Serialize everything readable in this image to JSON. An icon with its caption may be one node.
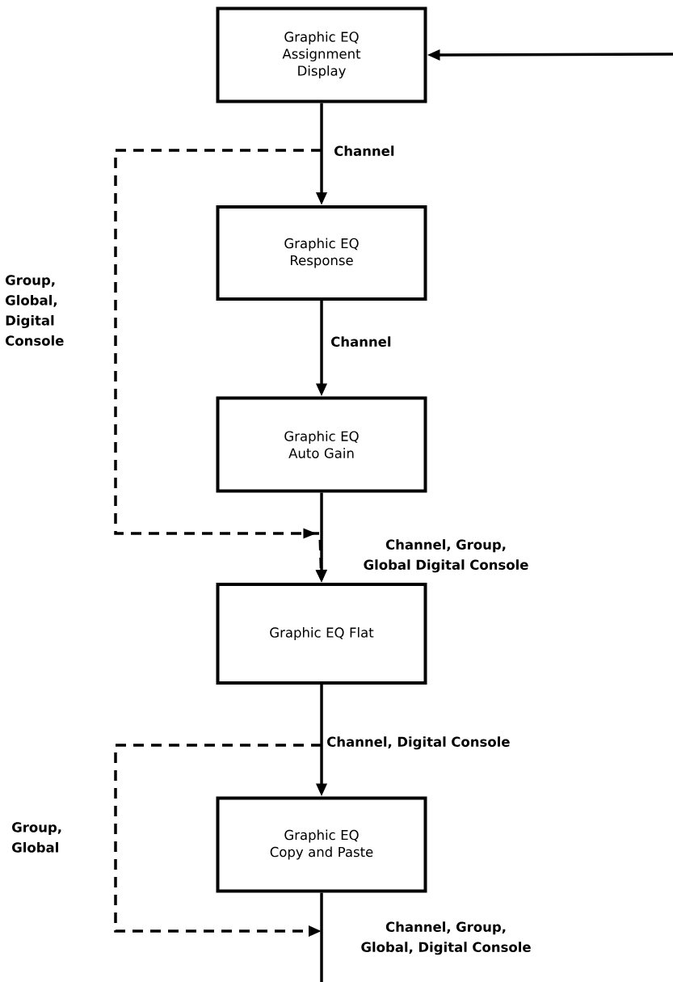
{
  "diagram": {
    "nodes": [
      {
        "text": [
          "Graphic EQ Assignment Display"
        ]
      },
      {
        "text": [
          "Graphic EQ Response"
        ]
      },
      {
        "text": [
          "Graphic EQ Auto Gain"
        ]
      },
      {
        "text": [
          "Graphic EQ Flat"
        ]
      },
      {
        "text": [
          "Graphic EQ Copy and Paste"
        ]
      }
    ],
    "edges": [
      {
        "from": null,
        "to": 0,
        "arrow": "to"
      },
      {
        "from": 0,
        "to": 1,
        "arrow": "to",
        "label": "Channel"
      },
      {
        "from": 0,
        "to": 3,
        "arrow": "to",
        "style": "dashed",
        "label": "Group, Global, Digital Console"
      },
      {
        "from": 1,
        "to": 2,
        "arrow": "to",
        "label": "Channel"
      },
      {
        "from": 2,
        "to": 3,
        "arrow": "to",
        "label": "Channel, Group, Global Digital Console"
      },
      {
        "from": 3,
        "to": 4,
        "arrow": "to",
        "label": "Channel, Digital Console"
      },
      {
        "from": 3,
        "to": null,
        "arrow": "to",
        "style": "dashed",
        "label": "Group, Global"
      },
      {
        "from": 4,
        "to": null,
        "arrow": "none",
        "label": "Channel, Group, Global, Digital Console"
      }
    ]
  }
}
